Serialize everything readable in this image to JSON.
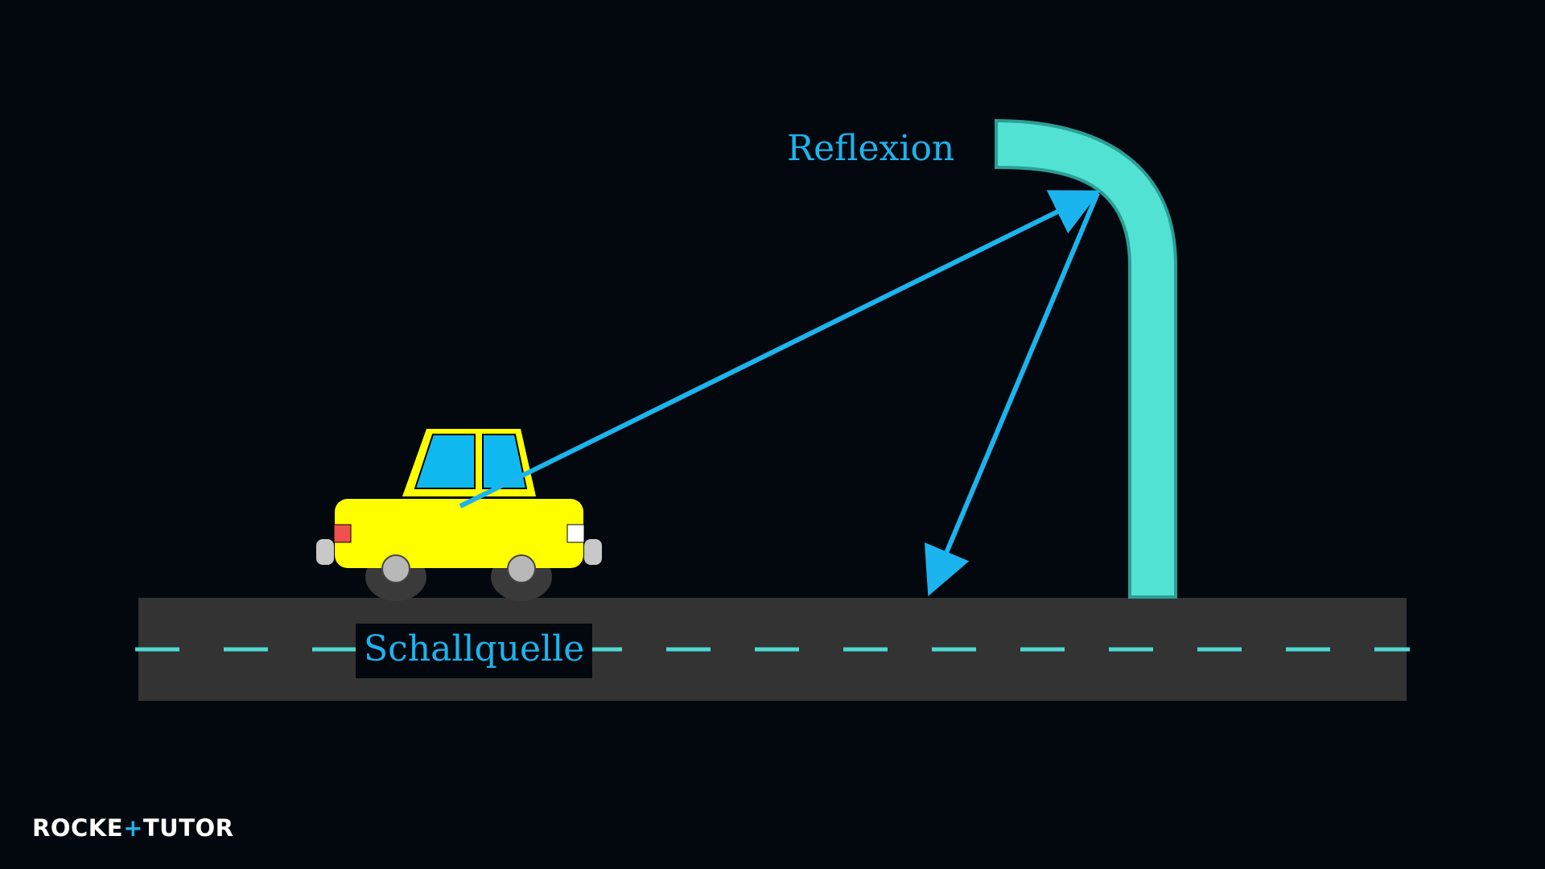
{
  "diagram": {
    "labels": {
      "reflection": "Reflexion",
      "sound_source": "Schallquelle"
    },
    "colors": {
      "background": "#02080e",
      "road": "#333333",
      "road_markings": "#4fd9d0",
      "wall": "#52e2d4",
      "wall_stroke": "#2a9f95",
      "arrow": "#1cb4ee",
      "label_text": "#1cb4ee",
      "car_body": "#ffff00",
      "car_window": "#10b8f0",
      "car_tail_light": "#f05050",
      "car_head_light": "#ffffff",
      "wheel": "#3a3a3a",
      "hubcap": "#b8b8b8"
    },
    "elements": [
      "road",
      "curved-wall-reflector",
      "car-sound-source",
      "incident-sound-arrow",
      "reflected-sound-arrow"
    ]
  },
  "logo": {
    "part1": "ROCKE",
    "part2": "+",
    "part3": "TUTO",
    "part4": "R"
  }
}
